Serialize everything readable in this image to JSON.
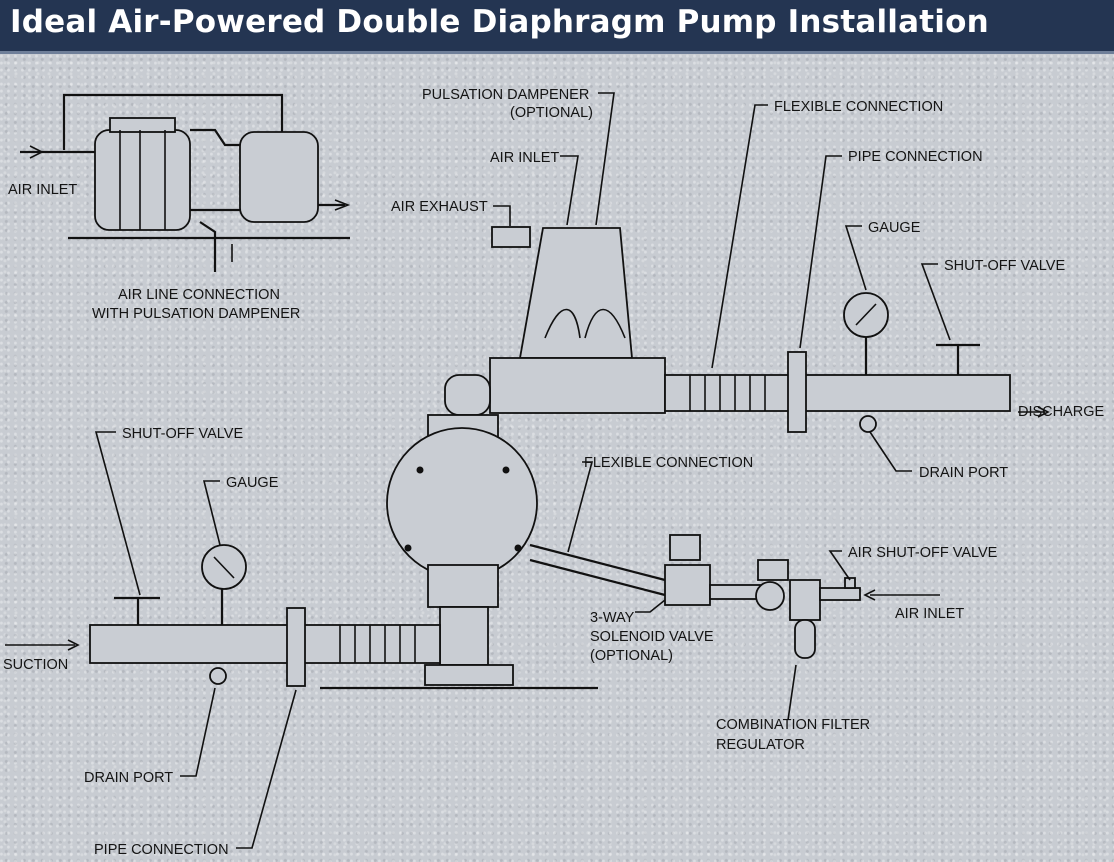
{
  "title": "Ideal Air-Powered Double Diaphragm Pump Installation",
  "labels": {
    "inset_air_inlet": "AIR INLET",
    "inset_caption_1": "AIR LINE CONNECTION",
    "inset_caption_2": "WITH PULSATION DAMPENER",
    "pulsation_dampener_1": "PULSATION DAMPENER",
    "pulsation_dampener_2": "(OPTIONAL)",
    "air_inlet_top": "AIR INLET",
    "air_exhaust": "AIR EXHAUST",
    "flexible_connection_top": "FLEXIBLE CONNECTION",
    "pipe_connection_top": "PIPE CONNECTION",
    "gauge_right": "GAUGE",
    "shutoff_valve_right": "SHUT-OFF VALVE",
    "discharge": "DISCHARGE",
    "drain_port_right": "DRAIN PORT",
    "shutoff_valve_left": "SHUT-OFF VALVE",
    "gauge_left": "GAUGE",
    "flexible_connection_mid": "FLEXIBLE CONNECTION",
    "air_shutoff_valve": "AIR SHUT-OFF VALVE",
    "air_inlet_right": "AIR INLET",
    "solenoid_1": "3-WAY",
    "solenoid_2": "SOLENOID VALVE",
    "solenoid_3": "(OPTIONAL)",
    "suction": "SUCTION",
    "combo_filter_1": "COMBINATION FILTER",
    "combo_filter_2": "REGULATOR",
    "drain_port_left": "DRAIN PORT",
    "pipe_connection_bottom": "PIPE CONNECTION"
  },
  "colors": {
    "title_bg": "#243552",
    "title_text": "#ffffff",
    "background": "#c9cdd3",
    "ink": "#111111"
  }
}
